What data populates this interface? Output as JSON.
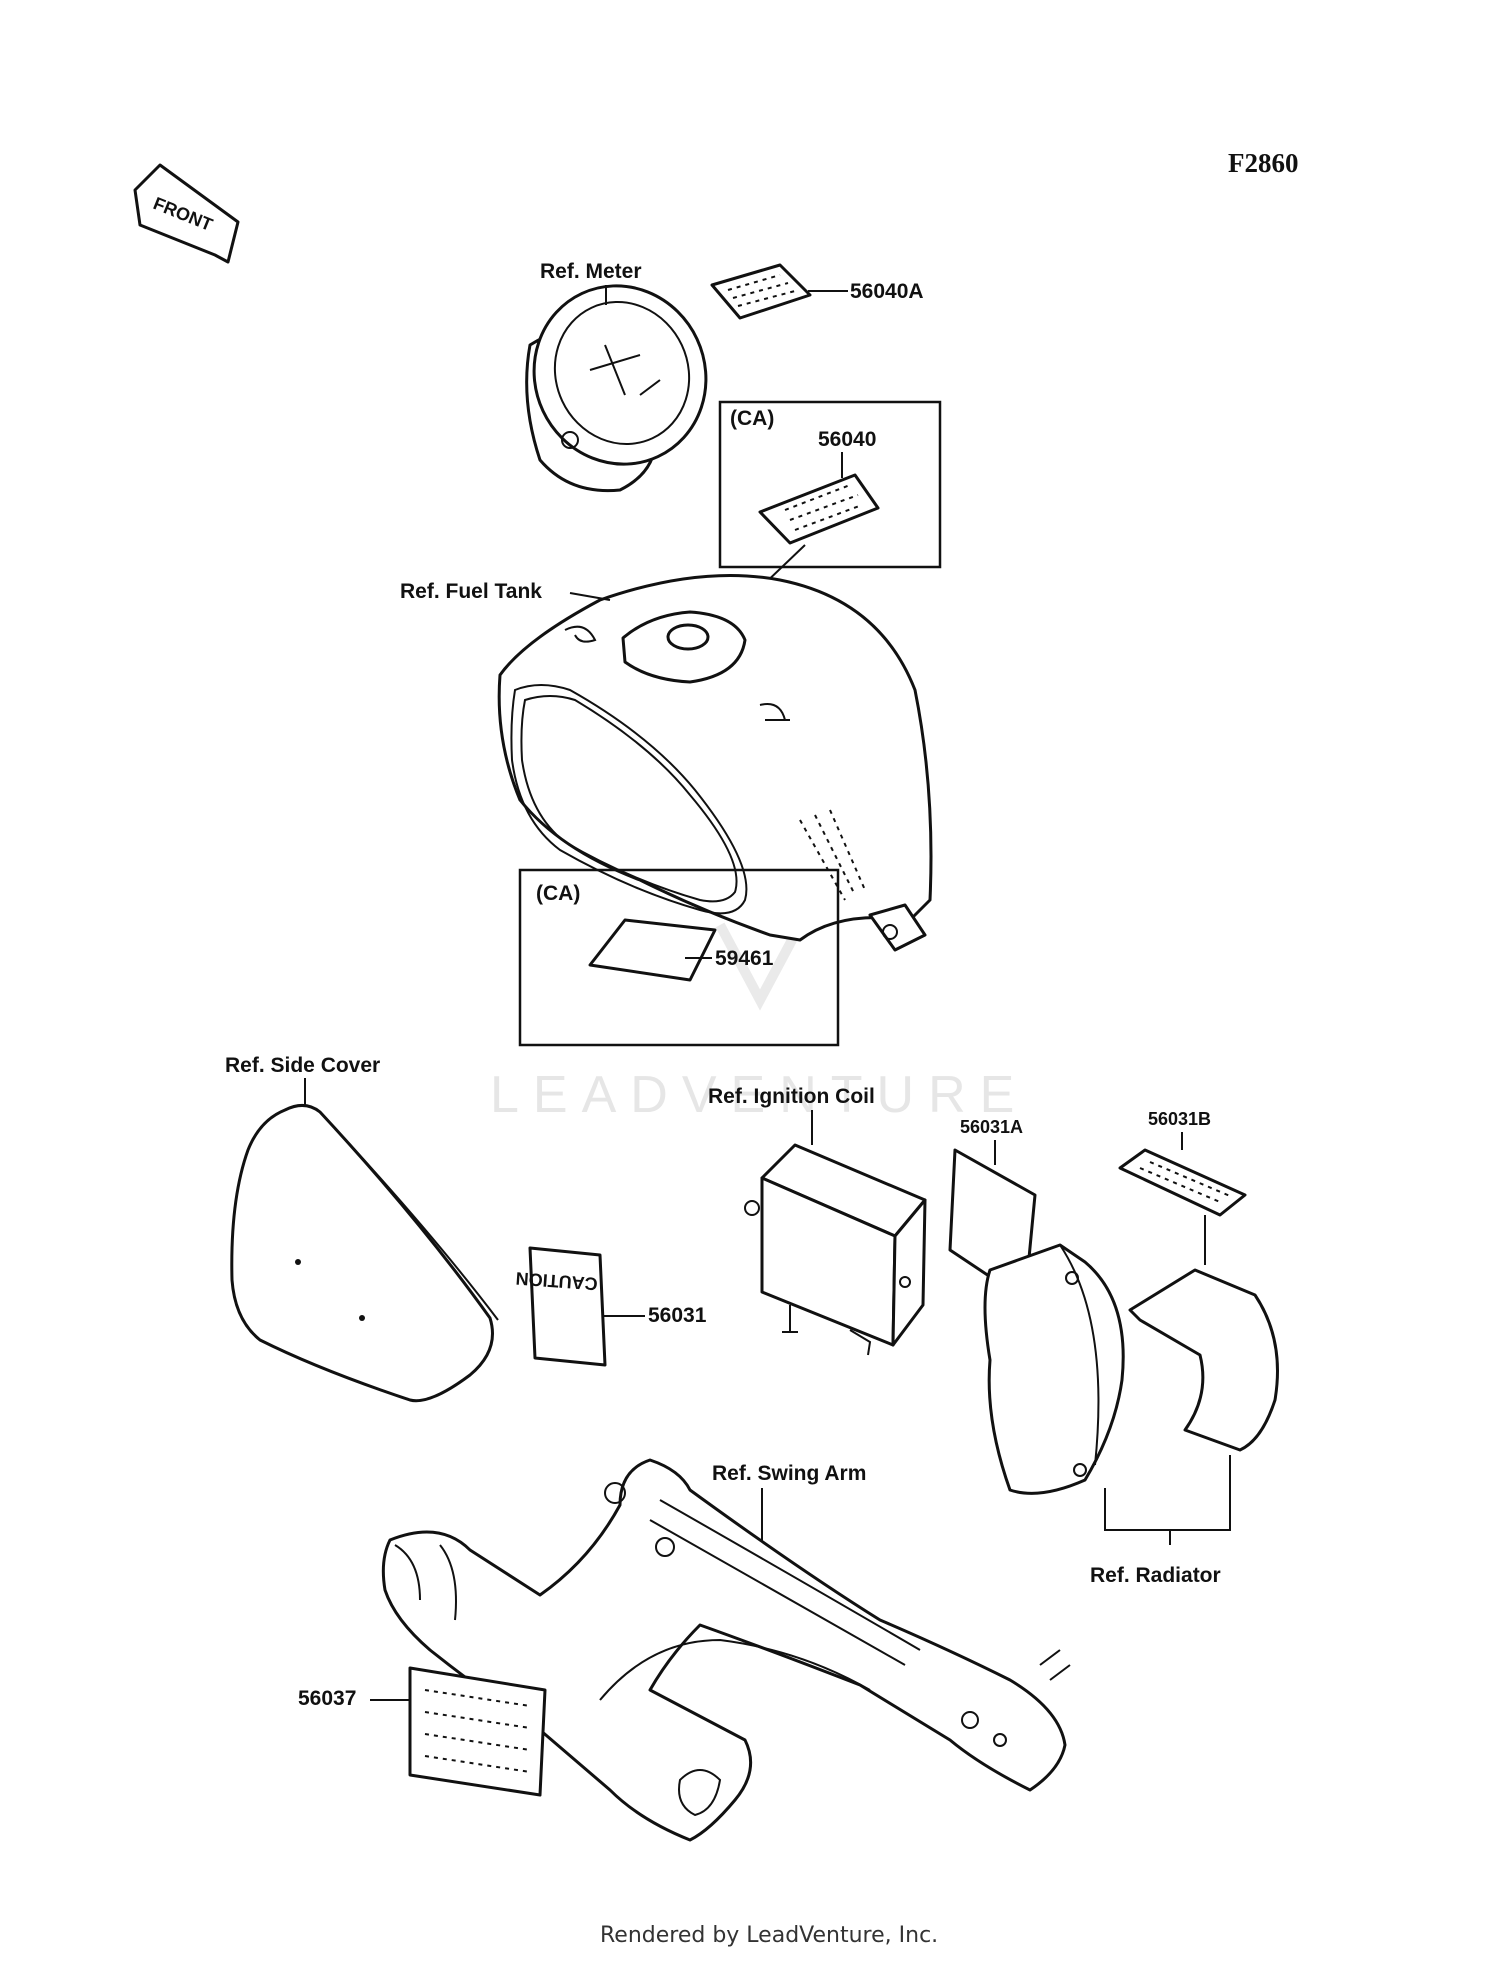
{
  "figure_number": "F2860",
  "direction_arrow": {
    "label": "FRONT"
  },
  "watermark": "LEADVENTURE",
  "footer": "Rendered by LeadVenture, Inc.",
  "refs": {
    "meter": "Ref. Meter",
    "fuel_tank": "Ref. Fuel Tank",
    "side_cover": "Ref. Side Cover",
    "ignition_coil": "Ref. Ignition Coil",
    "swing_arm": "Ref. Swing Arm",
    "radiator": "Ref. Radiator"
  },
  "boxes": {
    "box_56040": "(CA)",
    "box_59461": "(CA)"
  },
  "decal_text": "CAUTION",
  "parts": {
    "p56040A": "56040A",
    "p56040": "56040",
    "p59461": "59461",
    "p56031": "56031",
    "p56031A": "56031A",
    "p56031B": "56031B",
    "p56037": "56037"
  }
}
